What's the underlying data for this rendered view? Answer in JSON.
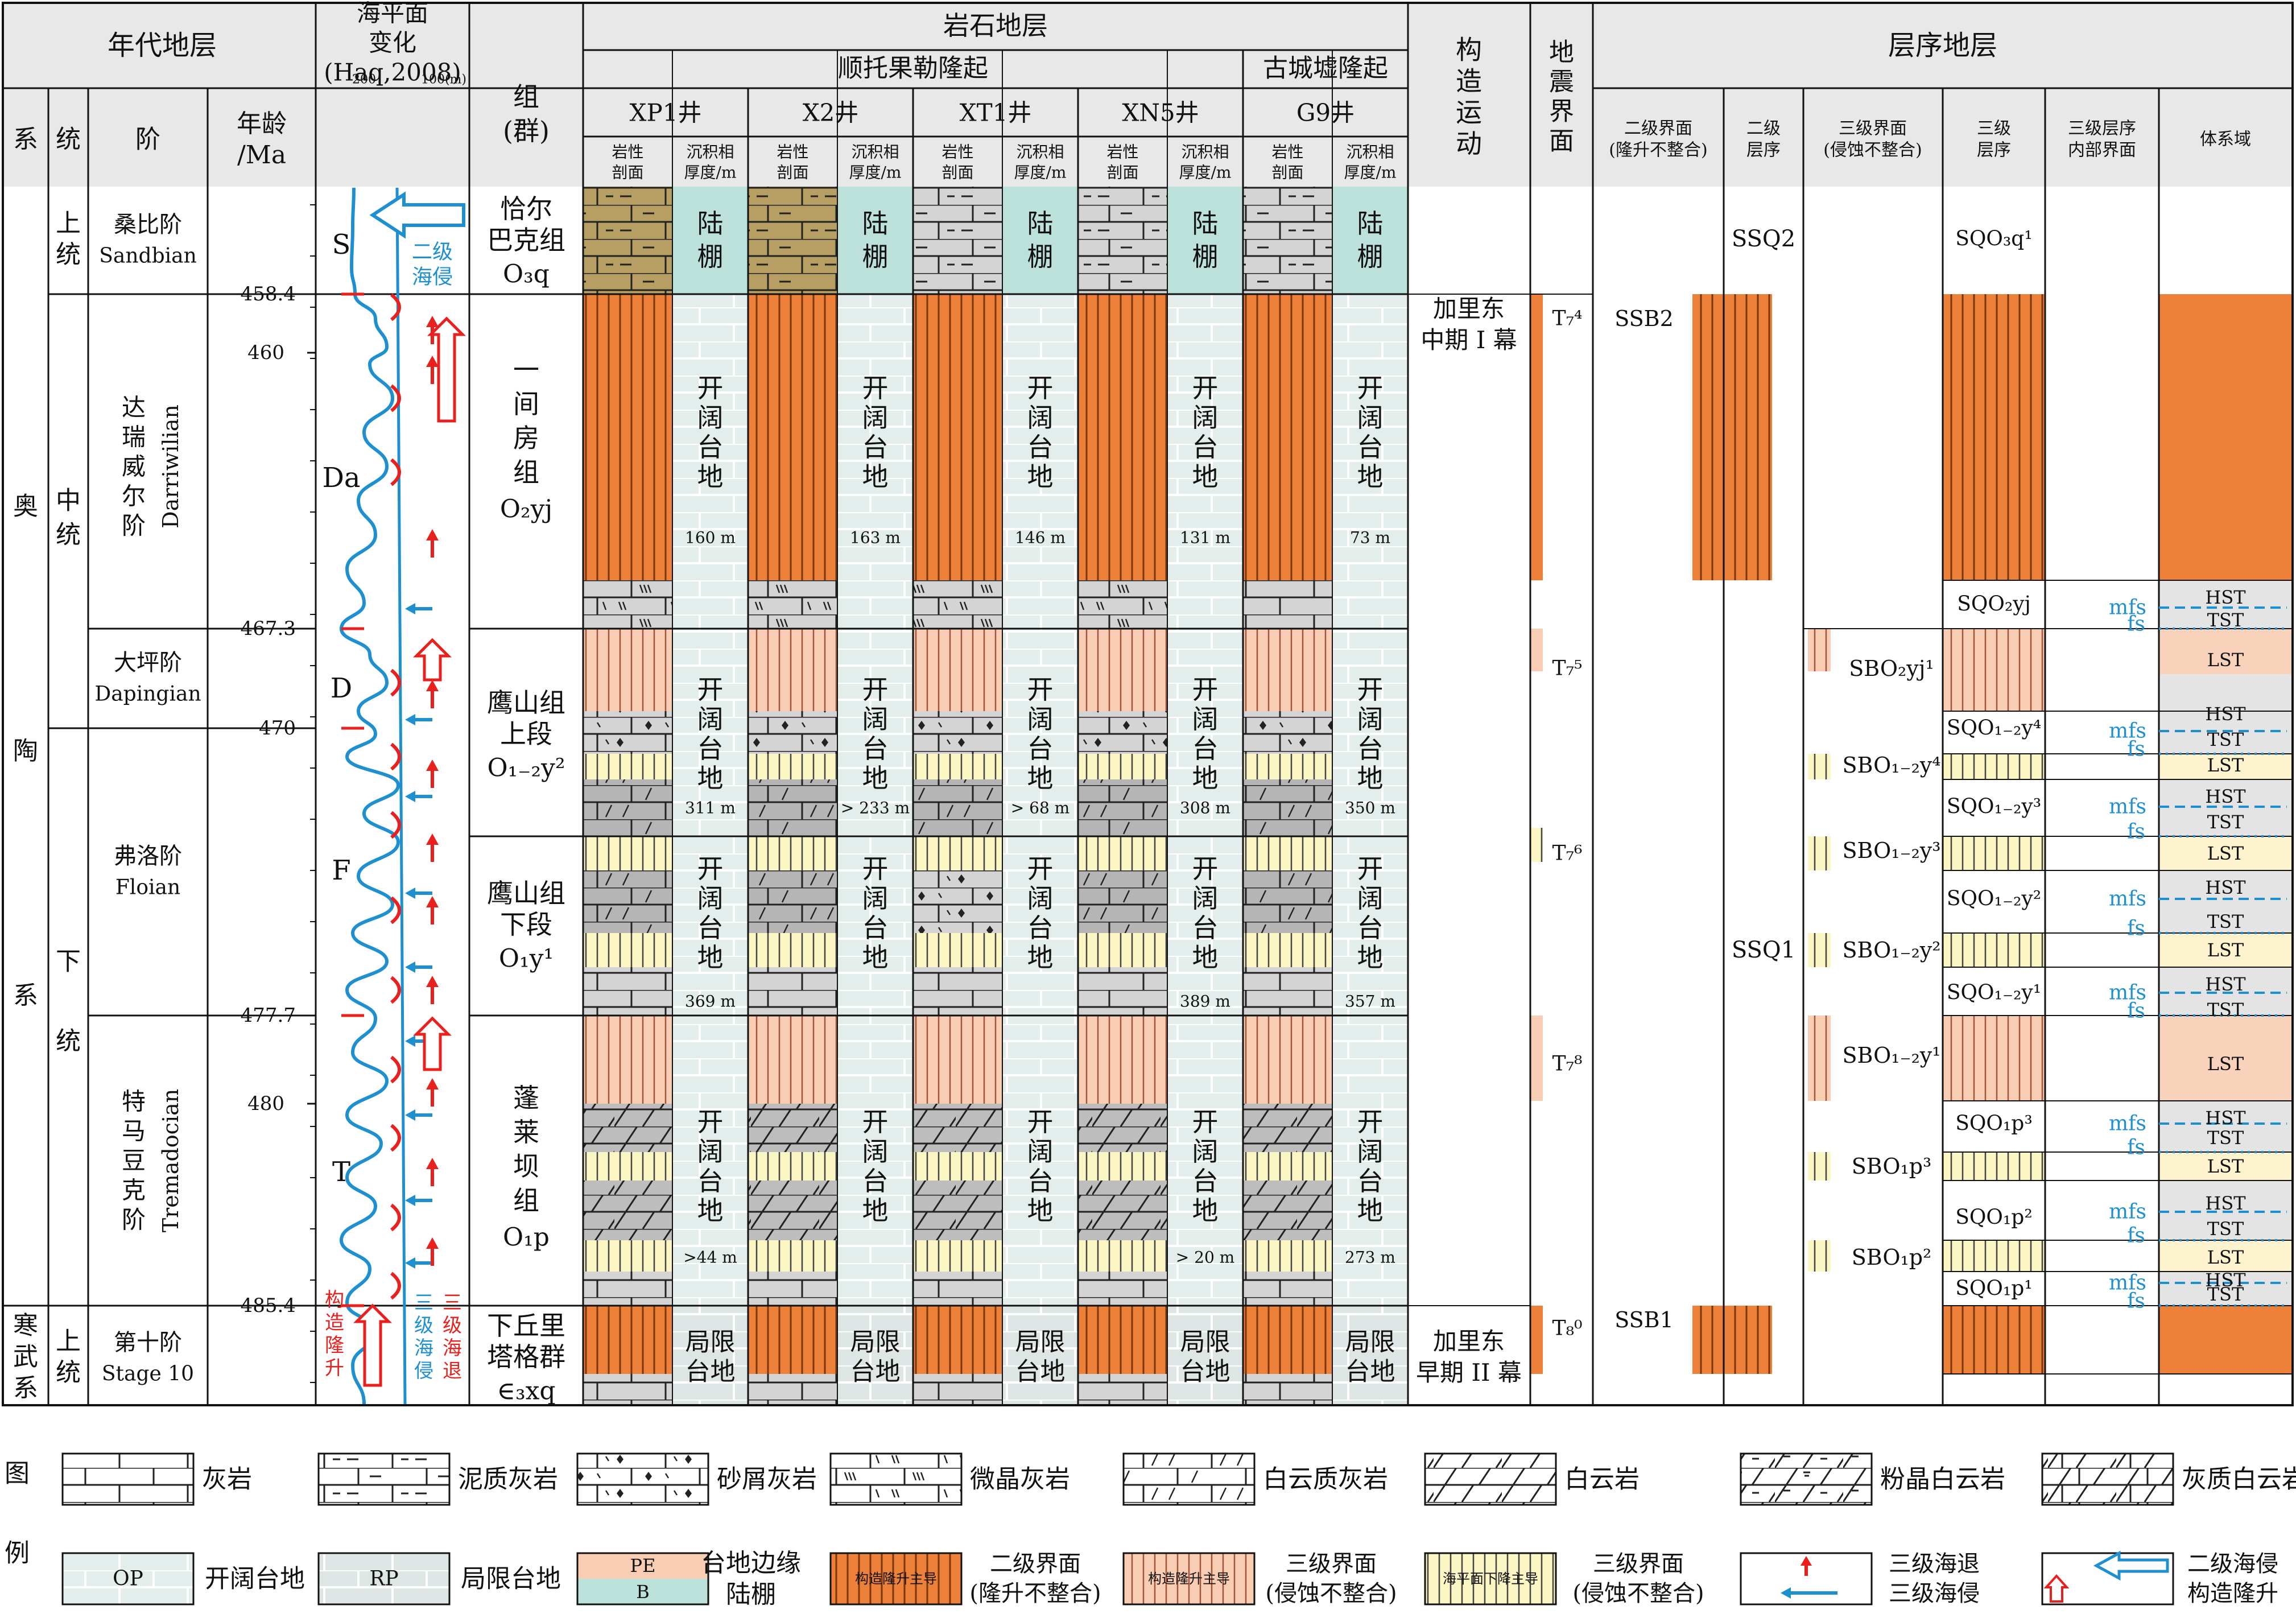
{
  "headers": {
    "chrono": "年代地层",
    "sealevel": [
      "海平面",
      "变化",
      "(Haq,2008)"
    ],
    "sealevel_axis": [
      "200",
      "100(m)"
    ],
    "litho": "岩石地层",
    "shuntuoguole": "顺托果勒隆起",
    "guchengxu": "古城墟隆起",
    "formation": [
      "组",
      "(群)"
    ],
    "tectonic": [
      "构",
      "造",
      "运",
      "动"
    ],
    "seismic": [
      "地",
      "震",
      "界",
      "面"
    ],
    "sequence": "层序地层",
    "system": "系",
    "series": "统",
    "stage": "阶",
    "age": [
      "年龄",
      "/Ma"
    ],
    "seq_cols": [
      [
        "二级界面",
        "(隆升不整合)"
      ],
      [
        "二级",
        "层序"
      ],
      [
        "三级界面",
        "(侵蚀不整合)"
      ],
      [
        "三级",
        "层序"
      ],
      [
        "三级层序",
        "内部界面"
      ],
      [
        "体系域"
      ]
    ],
    "wells": [
      "XP1井",
      "X2井",
      "XT1井",
      "XN5井",
      "G9井"
    ],
    "well_sub": [
      [
        "岩性",
        "剖面"
      ],
      [
        "沉积相",
        "厚度/m"
      ]
    ]
  },
  "systems": [
    {
      "chars": [
        "奥",
        "陶",
        "系"
      ]
    },
    {
      "chars": [
        "寒",
        "武",
        "系"
      ]
    }
  ],
  "series": [
    {
      "chars": [
        "上",
        "统"
      ]
    },
    {
      "chars": [
        "中",
        "统"
      ]
    },
    {
      "chars": [
        "下",
        "统"
      ]
    },
    {
      "chars": [
        "上",
        "统"
      ]
    }
  ],
  "stages": [
    {
      "cn": "桑比阶",
      "en": "Sandbian"
    },
    {
      "cn": "达瑞威尔阶",
      "en": "Darriwilian"
    },
    {
      "cn": "大坪阶",
      "en": "Dapingian"
    },
    {
      "cn": "弗洛阶",
      "en": "Floian"
    },
    {
      "cn": "特马豆克阶",
      "en": "Tremadocian"
    },
    {
      "cn": "第十阶",
      "en": "Stage 10"
    }
  ],
  "ages": {
    "boundaries": [
      "458.4",
      "467.3",
      "470",
      "477.7",
      "485.4"
    ],
    "ticks": [
      "460",
      "470",
      "480"
    ]
  },
  "stage_letters": [
    "S",
    "Da",
    "D",
    "F",
    "T"
  ],
  "sealevel_labels": {
    "marine2": [
      "二级",
      "海侵"
    ],
    "uplift": [
      "构",
      "造",
      "隆",
      "升"
    ],
    "regress3": [
      "三",
      "级",
      "海",
      "退"
    ],
    "transgress3": [
      "三",
      "级",
      "海",
      "侵"
    ]
  },
  "formations": [
    {
      "lines": [
        "恰尔",
        "巴克组"
      ],
      "code": "O₃q"
    },
    {
      "lines": [
        "一",
        "间",
        "房",
        "组"
      ],
      "code": "O₂yj"
    },
    {
      "lines": [
        "鹰山组",
        "上段"
      ],
      "code": "O₁₋₂y²"
    },
    {
      "lines": [
        "鹰山组",
        "下段"
      ],
      "code": "O₁y¹"
    },
    {
      "lines": [
        "蓬",
        "莱",
        "坝",
        "组"
      ],
      "code": "O₁p"
    },
    {
      "lines": [
        "下丘里",
        "塔格群"
      ],
      "code": "∈₃xq"
    }
  ],
  "facies": {
    "shelf": [
      "陆",
      "棚"
    ],
    "open": [
      "开",
      "阔",
      "台",
      "地"
    ],
    "restricted": [
      "局限",
      "台地"
    ]
  },
  "thickness": [
    [
      "160 m",
      "311 m",
      "369 m",
      ">44 m"
    ],
    [
      "163 m",
      "> 233 m",
      "",
      ""
    ],
    [
      "146 m",
      "> 68 m",
      "",
      ""
    ],
    [
      "131 m",
      "308 m",
      "389 m",
      "> 20 m"
    ],
    [
      "73 m",
      "350 m",
      "357 m",
      "273 m"
    ]
  ],
  "tectonic": [
    {
      "lines": [
        "加里东",
        "中期 I 幕"
      ]
    },
    {
      "lines": [
        "加里东",
        "早期 II 幕"
      ]
    }
  ],
  "seismic": [
    "T₇⁴",
    "T₇⁵",
    "T₇⁶",
    "T₇⁸",
    "T₈⁰"
  ],
  "sequence": {
    "ssb": [
      "SSB2",
      "SSB1"
    ],
    "ssq": [
      "SSQ2",
      "SSQ1"
    ],
    "sbo": [
      "SBO₂yj¹",
      "SBO₁₋₂y⁴",
      "SBO₁₋₂y³",
      "SBO₁₋₂y²",
      "SBO₁₋₂y¹",
      "SBO₁p³",
      "SBO₁p²"
    ],
    "sqo": [
      "SQO₃q¹",
      "SQO₂yj",
      "SQO₁₋₂y⁴",
      "SQO₁₋₂y³",
      "SQO₁₋₂y²",
      "SQO₁₋₂y¹",
      "SQO₁p³",
      "SQO₁p²",
      "SQO₁p¹"
    ],
    "internal": [
      "mfs",
      "fs"
    ],
    "tracts": [
      "HST",
      "TST",
      "LST"
    ]
  },
  "legend": {
    "title": [
      "图",
      "例"
    ],
    "items": [
      "灰岩",
      "泥质灰岩",
      "砂屑灰岩",
      "微晶灰岩",
      "白云质灰岩",
      "白云岩",
      "粉晶白云岩",
      "灰质白云岩"
    ],
    "facies": [
      "开阔台地",
      "局限台地"
    ],
    "facies_codes": [
      "OP",
      "RP"
    ],
    "margin_codes": [
      "PE",
      "B"
    ],
    "margin": [
      "台地边缘",
      "陆棚"
    ],
    "b2": [
      "二级界面",
      "(隆升不整合)"
    ],
    "b2_box": "构造隆升主导",
    "b3a": [
      "三级界面",
      "(侵蚀不整合)"
    ],
    "b3a_box": "构造隆升主导",
    "b3b": [
      "三级界面",
      "(侵蚀不整合)"
    ],
    "b3b_box": "海平面下降主导",
    "arrows": [
      "三级海退",
      "三级海侵"
    ],
    "big": [
      "二级海侵",
      "构造隆升"
    ]
  },
  "colors": {
    "orange": "#EE8139",
    "pink": "#F8CDB4",
    "yellow": "#FCF5C4",
    "gray": "#C9C9C9",
    "shelf": "#BCE0DA",
    "olive": "#B79F64",
    "open": "#E3EEEC",
    "header": "#E8E8E8",
    "blue": "#1E90D0",
    "red": "#E8201E",
    "tst": "#FDF4CF",
    "lst": "#F9D2BC"
  }
}
